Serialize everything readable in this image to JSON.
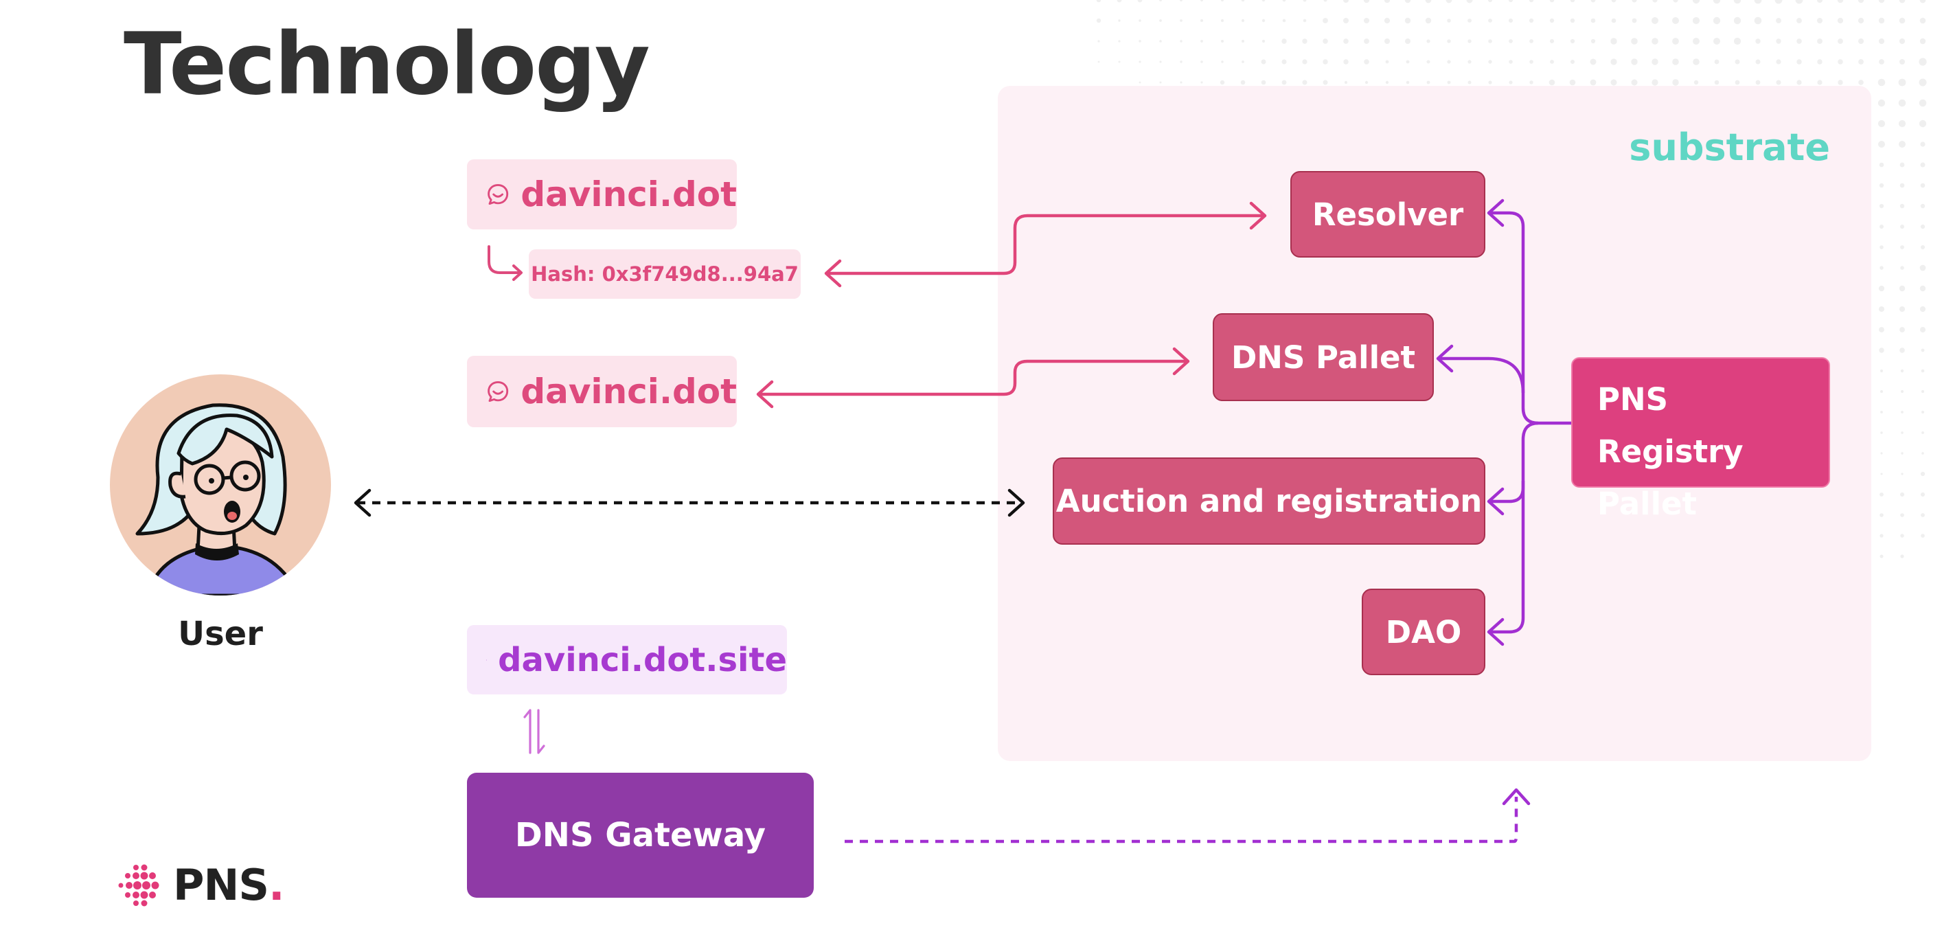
{
  "title": "Technology",
  "substrate": {
    "label": "substrate"
  },
  "nodes": {
    "resolver": "Resolver",
    "dns_pallet": "DNS Pallet",
    "auction": "Auction and registration",
    "dao": "DAO",
    "registry_line1": "PNS Registry",
    "registry_line2": "Pallet"
  },
  "names": {
    "top": "davinci.dot",
    "hash": "Hash: 0x3f749d8...94a7",
    "middle": "davinci.dot",
    "site": "davinci.dot.site"
  },
  "gateway": "DNS Gateway",
  "user": "User",
  "logo": {
    "text": "PNS",
    "dot": "."
  },
  "icons": [
    "chat-icon",
    "globe-icon",
    "return-arrow-icon",
    "swap-arrows-icon",
    "pns-logo-icon"
  ],
  "colors": {
    "title": "#333333",
    "node": "#d3567b",
    "registry": "#dd407f",
    "pink_arrow": "#e0457a",
    "purple_arrow": "#a22fd1",
    "gateway": "#8f3aa6",
    "substrate_label": "#5fd6c4",
    "panel": "#fdf1f6"
  }
}
